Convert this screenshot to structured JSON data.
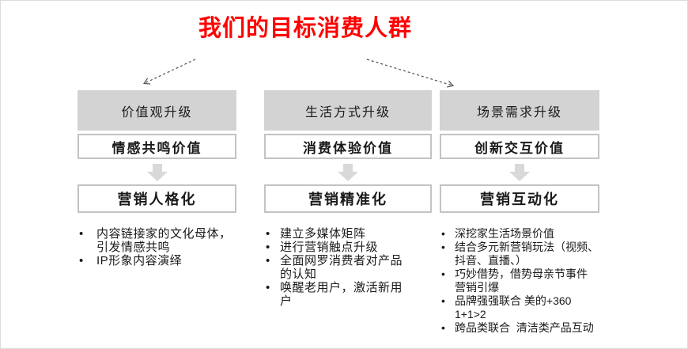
{
  "title": "我们的目标消费人群",
  "bullet_glyph": "•",
  "colors": {
    "title_red": "#ff0000",
    "header_gray": "#d3d3d3",
    "arrow_gray": "#d9d9d9",
    "box_border_gray": "#c3c3c3",
    "connector_gray": "#4d4d4d",
    "text": "#1a1a1a"
  },
  "columns": [
    {
      "header": "价值观升级",
      "value": "情感共鸣价值",
      "strategy": "营销人格化",
      "bullets": [
        "内容链接家的文化母体，\n引发情感共鸣",
        "IP形象内容演绎"
      ]
    },
    {
      "header": "生活方式升级",
      "value": "消费体验价值",
      "strategy": "营销精准化",
      "bullets": [
        "建立多媒体矩阵",
        "进行营销触点升级",
        "全面网罗消费者对产品\n的认知",
        "唤醒老用户，激活新用\n户"
      ]
    },
    {
      "header": "场景需求升级",
      "value": "创新交互价值",
      "strategy": "营销互动化",
      "bullets": [
        "深挖家生活场景价值",
        "结合多元新营销玩法（视频、\n抖音、直播、）",
        "巧妙借势，借势母亲节事件\n营销引爆",
        "品牌强强联合 美的+360\n1+1>2",
        "跨品类联合  清洁类产品互动"
      ]
    }
  ]
}
